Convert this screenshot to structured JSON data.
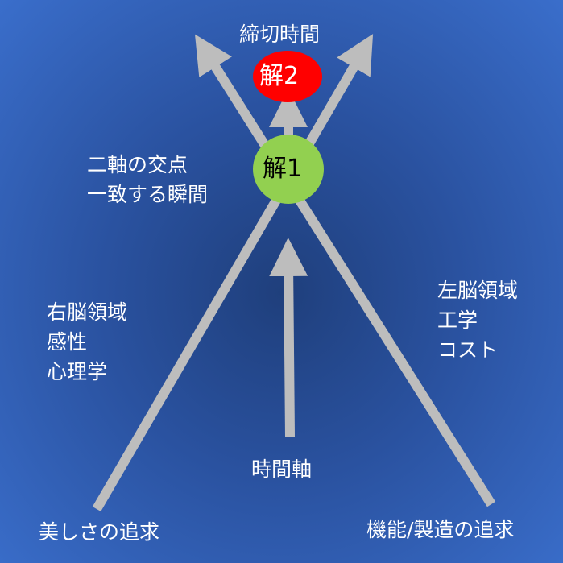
{
  "labels": {
    "deadline": "締切時間",
    "solution2": "解2",
    "solution1": "解1",
    "intersection": [
      "二軸の交点",
      "一致する瞬間"
    ],
    "right_brain": [
      "右脳領域",
      "感性",
      "心理学"
    ],
    "left_brain": [
      "左脳領域",
      "工学",
      "コスト"
    ],
    "time_axis": "時間軸",
    "beauty": "美しさの追求",
    "function": "機能/製造の追求"
  },
  "colors": {
    "arrow": "#bdbdbd",
    "solution1": "#92d050",
    "solution2": "#ff0000"
  }
}
